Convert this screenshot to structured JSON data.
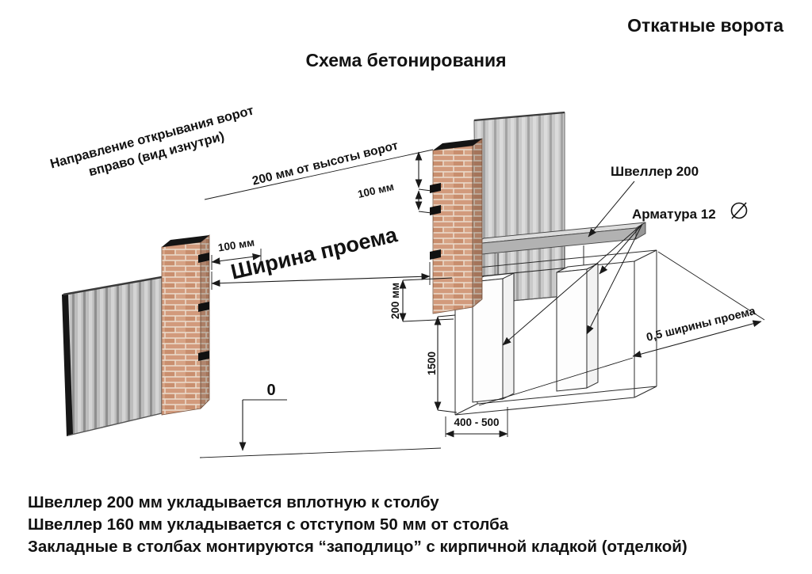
{
  "header": {
    "corner_title": "Откатные ворота",
    "main_title": "Схема бетонирования"
  },
  "annotations": {
    "direction_line1": "Направление открывания ворот",
    "direction_line2": "вправо (вид изнутри)",
    "gate_height_offset": "200 мм от высоты ворот",
    "plate_offset_right": "100 мм",
    "plate_offset_left": "100 мм",
    "opening_width": "Ширина проема",
    "channel_label": "Швеллер 200",
    "rebar_label": "Арматура 12",
    "beam_depth": "200 мм",
    "foundation_depth": "1500",
    "trench_width": "400 - 500",
    "half_opening": "0,5 ширины проема",
    "zero_level": "0"
  },
  "notes": [
    "Швеллер 200 мм укладывается вплотную к столбу",
    "Швеллер 160 мм укладывается с отступом 50 мм от столба",
    "Закладные в столбах монтируются “заподлицо” с кирпичной кладкой (отделкой)"
  ],
  "colors": {
    "line": "#1a1a1a",
    "brick": "#d29a7c",
    "mortar": "#ead9c9",
    "fence_light": "#d2d2d2",
    "fence_dark": "#8f8f8f",
    "beam_top": "#dcdcdc",
    "beam_front": "#b2b2b2",
    "pillar_cap": "#141414"
  }
}
